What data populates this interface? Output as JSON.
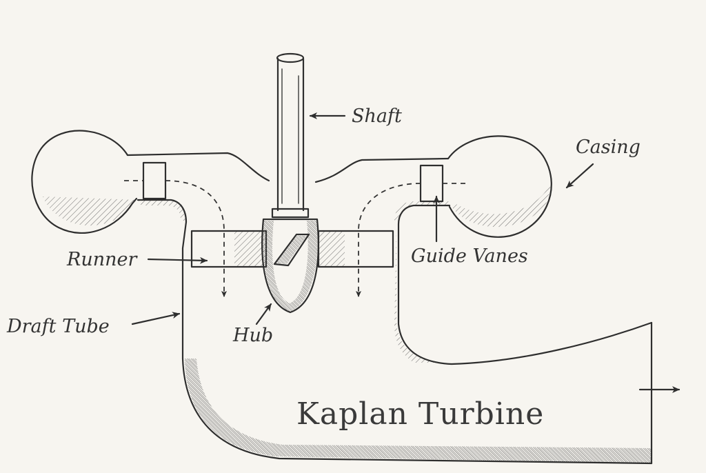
{
  "title": "Kaplan Turbine",
  "labels": {
    "shaft": "Shaft",
    "casing": "Casing",
    "runner": "Runner",
    "guide_vanes": "Guide Vanes",
    "draft_tube": "Draft Tube",
    "hub": "Hub"
  },
  "colors": {
    "ink": "#2e2e2e",
    "paper": "#f7f5f0"
  }
}
